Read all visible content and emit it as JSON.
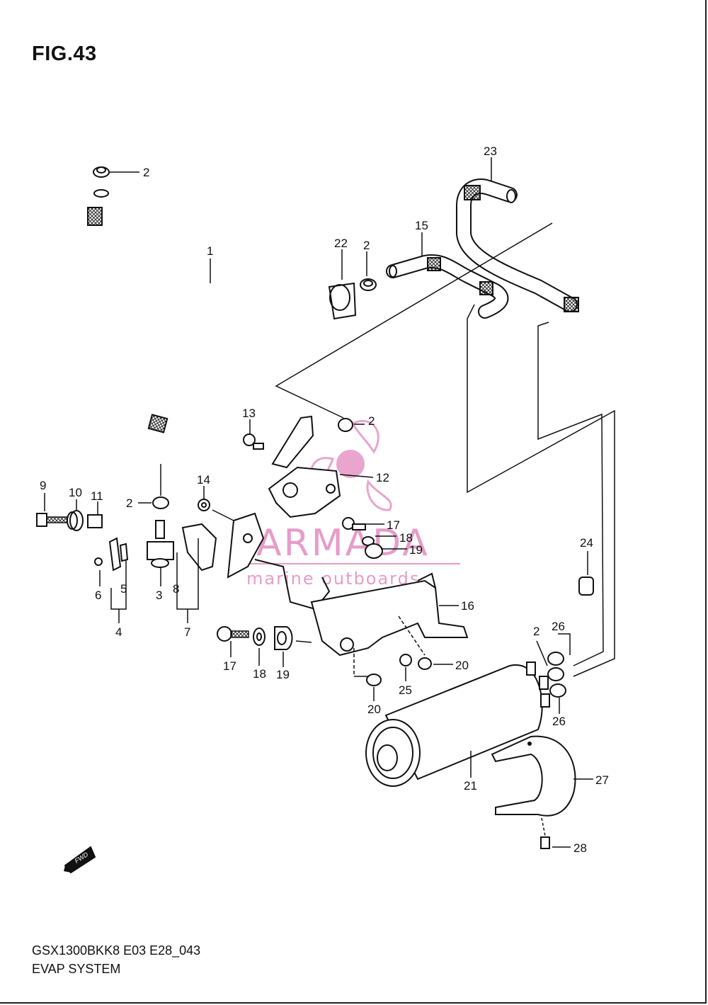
{
  "figure": {
    "title": "FIG.43",
    "model_code": "GSX1300BKK8 E03 E28_043",
    "system_name": "EVAP SYSTEM"
  },
  "watermark": {
    "brand": "ARMADA",
    "tagline": "marine outboards",
    "color": "#e79cc8"
  },
  "direction_badge": "FWD",
  "callouts": {
    "c1": "1",
    "c2a": "2",
    "c2b": "2",
    "c2c": "2",
    "c2d": "2",
    "c2e": "2",
    "c3": "3",
    "c4": "4",
    "c5": "5",
    "c6": "6",
    "c7": "7",
    "c8": "8",
    "c9": "9",
    "c10": "10",
    "c11": "11",
    "c12": "12",
    "c13": "13",
    "c14": "14",
    "c15": "15",
    "c16": "16",
    "c17a": "17",
    "c17b": "17",
    "c18a": "18",
    "c18b": "18",
    "c19a": "19",
    "c19b": "19",
    "c20a": "20",
    "c20b": "20",
    "c21": "21",
    "c22": "22",
    "c23": "23",
    "c24": "24",
    "c25": "25",
    "c26a": "26",
    "c26b": "26",
    "c27": "27",
    "c28": "28"
  }
}
